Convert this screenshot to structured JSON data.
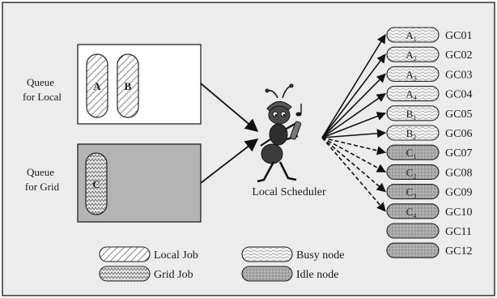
{
  "queues": {
    "local_label_line1": "Queue",
    "local_label_line2": "for Local",
    "grid_label_line1": "Queue",
    "grid_label_line2": "for Grid",
    "local_jobs": [
      "A",
      "B"
    ],
    "grid_jobs": [
      "C"
    ]
  },
  "scheduler": {
    "label": "Local Scheduler",
    "icon": "ant-mascot-icon"
  },
  "nodes": [
    {
      "id": "GC01",
      "job": "A",
      "sub": "1",
      "state": "busy"
    },
    {
      "id": "GC02",
      "job": "A",
      "sub": "2",
      "state": "busy"
    },
    {
      "id": "GC03",
      "job": "A",
      "sub": "3",
      "state": "busy"
    },
    {
      "id": "GC04",
      "job": "A",
      "sub": "4",
      "state": "busy"
    },
    {
      "id": "GC05",
      "job": "B",
      "sub": "1",
      "state": "busy"
    },
    {
      "id": "GC06",
      "job": "B",
      "sub": "2",
      "state": "busy"
    },
    {
      "id": "GC07",
      "job": "C",
      "sub": "1",
      "state": "idle"
    },
    {
      "id": "GC08",
      "job": "C",
      "sub": "2",
      "state": "idle"
    },
    {
      "id": "GC09",
      "job": "C",
      "sub": "3",
      "state": "idle"
    },
    {
      "id": "GC10",
      "job": "C",
      "sub": "4",
      "state": "idle"
    },
    {
      "id": "GC11",
      "job": "",
      "sub": "",
      "state": "idle"
    },
    {
      "id": "GC12",
      "job": "",
      "sub": "",
      "state": "idle"
    }
  ],
  "legend": {
    "local_job": "Local Job",
    "grid_job": "Grid Job",
    "busy_node": "Busy node",
    "idle_node": "Idle node"
  },
  "colors": {
    "background": "#ececec",
    "grid_queue_fill": "#b4b4b4",
    "idle_fill": "#a8a8a8",
    "busy_fill": "#f2f2f2",
    "ink": "#1a1a1a"
  }
}
